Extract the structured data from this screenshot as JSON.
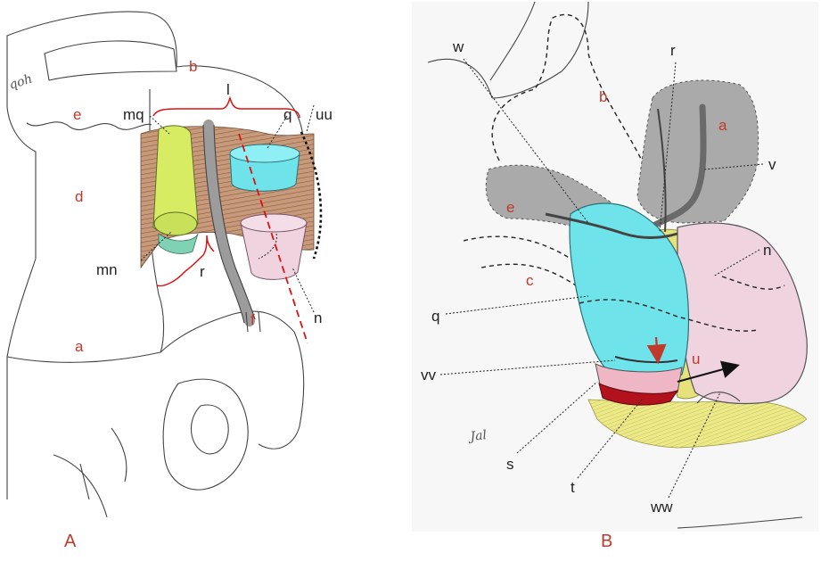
{
  "panels": [
    {
      "id": "A",
      "label": "A",
      "region_labels": {
        "a": "a",
        "b": "b",
        "d": "d",
        "e": "e",
        "f": "f"
      },
      "structure_labels": {
        "l": "l",
        "mq": "mq",
        "q": "q",
        "uu": "uu",
        "mn": "mn",
        "r": "r",
        "n": "n"
      },
      "signature": "qoh"
    },
    {
      "id": "B",
      "label": "B",
      "region_labels": {
        "a": "a",
        "b": "b",
        "c": "c",
        "e": "e",
        "u": "u"
      },
      "structure_labels": {
        "w": "w",
        "r": "r",
        "v": "v",
        "n": "n",
        "q": "q",
        "vv": "vv",
        "s": "s",
        "t": "t",
        "ww": "ww"
      },
      "signature": "Jal"
    }
  ],
  "colors": {
    "muscle_brown": "#b5886a",
    "cyan": "#6fe3ea",
    "yellow_green": "#d8ec63",
    "pink": "#efd3df",
    "gray": "#9c9c9c",
    "red": "#c0392b",
    "yellow": "#e6e17a",
    "dark_red": "#b3121c"
  }
}
